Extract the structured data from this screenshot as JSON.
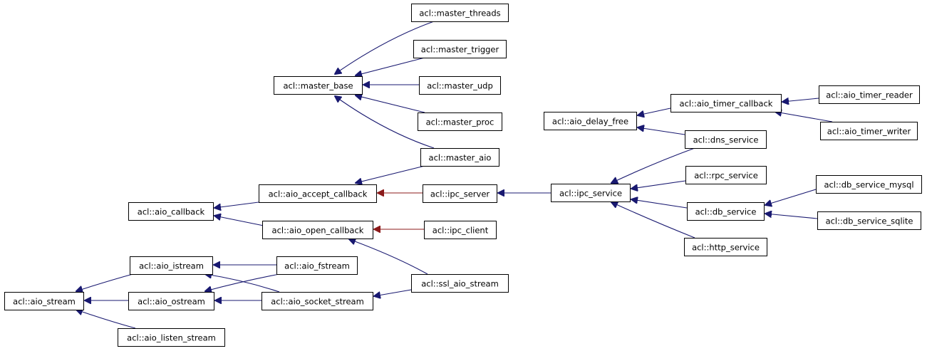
{
  "diagram": {
    "colors": {
      "public_edge": "#191970",
      "protected_edge": "#8b1a1a",
      "node_border": "#000000",
      "background": "#ffffff"
    },
    "nodes": [
      {
        "id": "master_threads",
        "label": "acl::master_threads"
      },
      {
        "id": "master_trigger",
        "label": "acl::master_trigger"
      },
      {
        "id": "master_base",
        "label": "acl::master_base"
      },
      {
        "id": "master_udp",
        "label": "acl::master_udp"
      },
      {
        "id": "master_proc",
        "label": "acl::master_proc"
      },
      {
        "id": "master_aio",
        "label": "acl::master_aio"
      },
      {
        "id": "aio_accept_callback",
        "label": "acl::aio_accept_callback"
      },
      {
        "id": "ipc_server",
        "label": "acl::ipc_server"
      },
      {
        "id": "aio_callback",
        "label": "acl::aio_callback"
      },
      {
        "id": "aio_open_callback",
        "label": "acl::aio_open_callback"
      },
      {
        "id": "ipc_client",
        "label": "acl::ipc_client"
      },
      {
        "id": "aio_istream",
        "label": "acl::aio_istream"
      },
      {
        "id": "aio_fstream",
        "label": "acl::aio_fstream"
      },
      {
        "id": "ssl_aio_stream",
        "label": "acl::ssl_aio_stream"
      },
      {
        "id": "aio_stream",
        "label": "acl::aio_stream"
      },
      {
        "id": "aio_ostream",
        "label": "acl::aio_ostream"
      },
      {
        "id": "aio_socket_stream",
        "label": "acl::aio_socket_stream"
      },
      {
        "id": "aio_listen_stream",
        "label": "acl::aio_listen_stream"
      },
      {
        "id": "aio_delay_free",
        "label": "acl::aio_delay_free"
      },
      {
        "id": "aio_timer_callback",
        "label": "acl::aio_timer_callback"
      },
      {
        "id": "aio_timer_reader",
        "label": "acl::aio_timer_reader"
      },
      {
        "id": "aio_timer_writer",
        "label": "acl::aio_timer_writer"
      },
      {
        "id": "dns_service",
        "label": "acl::dns_service"
      },
      {
        "id": "ipc_service",
        "label": "acl::ipc_service"
      },
      {
        "id": "rpc_service",
        "label": "acl::rpc_service"
      },
      {
        "id": "db_service",
        "label": "acl::db_service"
      },
      {
        "id": "db_service_mysql",
        "label": "acl::db_service_mysql"
      },
      {
        "id": "db_service_sqlite",
        "label": "acl::db_service_sqlite"
      },
      {
        "id": "http_service",
        "label": "acl::http_service"
      }
    ],
    "edges": [
      {
        "from": "master_threads",
        "to": "master_base",
        "kind": "public"
      },
      {
        "from": "master_trigger",
        "to": "master_base",
        "kind": "public"
      },
      {
        "from": "master_udp",
        "to": "master_base",
        "kind": "public"
      },
      {
        "from": "master_proc",
        "to": "master_base",
        "kind": "public"
      },
      {
        "from": "master_aio",
        "to": "master_base",
        "kind": "public"
      },
      {
        "from": "master_aio",
        "to": "aio_accept_callback",
        "kind": "public"
      },
      {
        "from": "ipc_server",
        "to": "aio_accept_callback",
        "kind": "protected"
      },
      {
        "from": "aio_accept_callback",
        "to": "aio_callback",
        "kind": "public"
      },
      {
        "from": "aio_open_callback",
        "to": "aio_callback",
        "kind": "public"
      },
      {
        "from": "ipc_client",
        "to": "aio_open_callback",
        "kind": "protected"
      },
      {
        "from": "ssl_aio_stream",
        "to": "aio_open_callback",
        "kind": "public"
      },
      {
        "from": "ssl_aio_stream",
        "to": "aio_socket_stream",
        "kind": "public"
      },
      {
        "from": "aio_fstream",
        "to": "aio_istream",
        "kind": "public"
      },
      {
        "from": "aio_socket_stream",
        "to": "aio_istream",
        "kind": "public"
      },
      {
        "from": "aio_fstream",
        "to": "aio_ostream",
        "kind": "public"
      },
      {
        "from": "aio_socket_stream",
        "to": "aio_ostream",
        "kind": "public"
      },
      {
        "from": "aio_istream",
        "to": "aio_stream",
        "kind": "public"
      },
      {
        "from": "aio_ostream",
        "to": "aio_stream",
        "kind": "public"
      },
      {
        "from": "aio_listen_stream",
        "to": "aio_stream",
        "kind": "public"
      },
      {
        "from": "ipc_service",
        "to": "ipc_server",
        "kind": "public"
      },
      {
        "from": "dns_service",
        "to": "ipc_service",
        "kind": "public"
      },
      {
        "from": "rpc_service",
        "to": "ipc_service",
        "kind": "public"
      },
      {
        "from": "db_service",
        "to": "ipc_service",
        "kind": "public"
      },
      {
        "from": "http_service",
        "to": "ipc_service",
        "kind": "public"
      },
      {
        "from": "db_service_mysql",
        "to": "db_service",
        "kind": "public"
      },
      {
        "from": "db_service_sqlite",
        "to": "db_service",
        "kind": "public"
      },
      {
        "from": "aio_timer_callback",
        "to": "aio_delay_free",
        "kind": "public"
      },
      {
        "from": "dns_service",
        "to": "aio_delay_free",
        "kind": "public"
      },
      {
        "from": "aio_timer_reader",
        "to": "aio_timer_callback",
        "kind": "public"
      },
      {
        "from": "aio_timer_writer",
        "to": "aio_timer_callback",
        "kind": "public"
      }
    ]
  }
}
